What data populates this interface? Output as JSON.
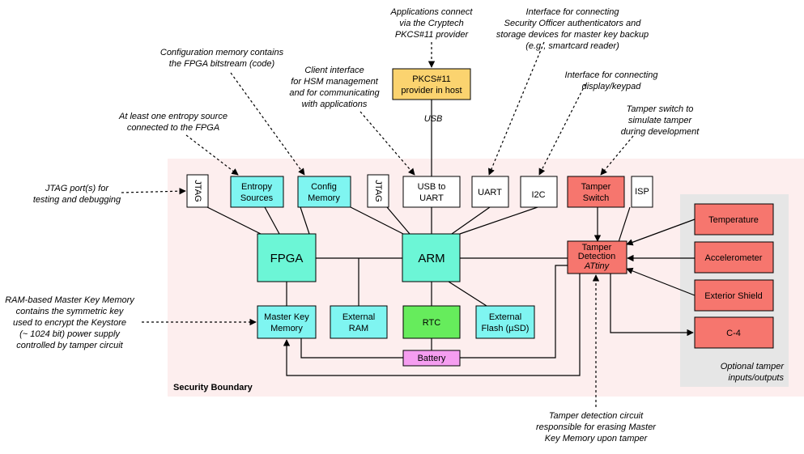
{
  "colors": {
    "boundary": "#fdeeee",
    "optional_region": "#e6e6e6",
    "cyan": "#7ff5f1",
    "green_core": "#6cf6d6",
    "rtc": "#66ec5c",
    "red": "#f6766e",
    "orange": "#fbd36f",
    "battery": "#f59df0",
    "white": "#ffffff"
  },
  "notes": {
    "applications": [
      "Applications connect",
      "via the Cryptech",
      "PKCS#11  provider"
    ],
    "security_officer": [
      "Interface for connecting",
      "Security Officer authenticators and",
      "storage devices for master key backup",
      "(e.g., smartcard reader)"
    ],
    "config_memory": [
      "Configuration memory contains",
      "the FPGA bitstream (code)"
    ],
    "client_interface": [
      "Client interface",
      "for HSM management",
      "and for communicating",
      "with applications"
    ],
    "display": [
      "Interface for connecting",
      "display/keypad"
    ],
    "tamper_switch": [
      "Tamper switch to",
      "simulate tamper",
      "during development"
    ],
    "entropy": [
      "At least one entropy source",
      "connected to the FPGA"
    ],
    "jtag": [
      "JTAG port(s) for",
      "testing and debugging"
    ],
    "master_key": [
      "RAM-based Master Key Memory",
      "contains the symmetric key",
      "used to encrypt the Keystore",
      "(~ 1024 bit) power supply",
      "controlled by tamper circuit"
    ],
    "tamper_detection": [
      "Tamper detection circuit",
      "responsible for erasing Master",
      "Key Memory upon tamper"
    ],
    "optional": [
      "Optional tamper",
      "inputs/outputs"
    ],
    "usb_link": "USB"
  },
  "labels": {
    "security_boundary": "Security Boundary"
  },
  "blocks": {
    "pkcs11": [
      "PKCS#11",
      "provider in host"
    ],
    "jtag1": "JTAG",
    "entropy": [
      "Entropy",
      "Sources"
    ],
    "config": [
      "Config",
      "Memory"
    ],
    "jtag2": "JTAG",
    "usb_uart": [
      "USB to",
      "UART"
    ],
    "uart": "UART",
    "i2c": "I2C",
    "tamper_switch": [
      "Tamper",
      "Switch"
    ],
    "isp": "ISP",
    "fpga": "FPGA",
    "arm": "ARM",
    "tamper_detection": [
      "Tamper",
      "Detection",
      "ATtiny"
    ],
    "master_key": [
      "Master Key",
      "Memory"
    ],
    "ext_ram": [
      "External",
      "RAM"
    ],
    "rtc": "RTC",
    "ext_flash": [
      "External",
      "Flash (µSD)"
    ],
    "battery": "Battery",
    "temperature": "Temperature",
    "accelerometer": "Accelerometer",
    "exterior_shield": "Exterior Shield",
    "c4": "C-4"
  }
}
